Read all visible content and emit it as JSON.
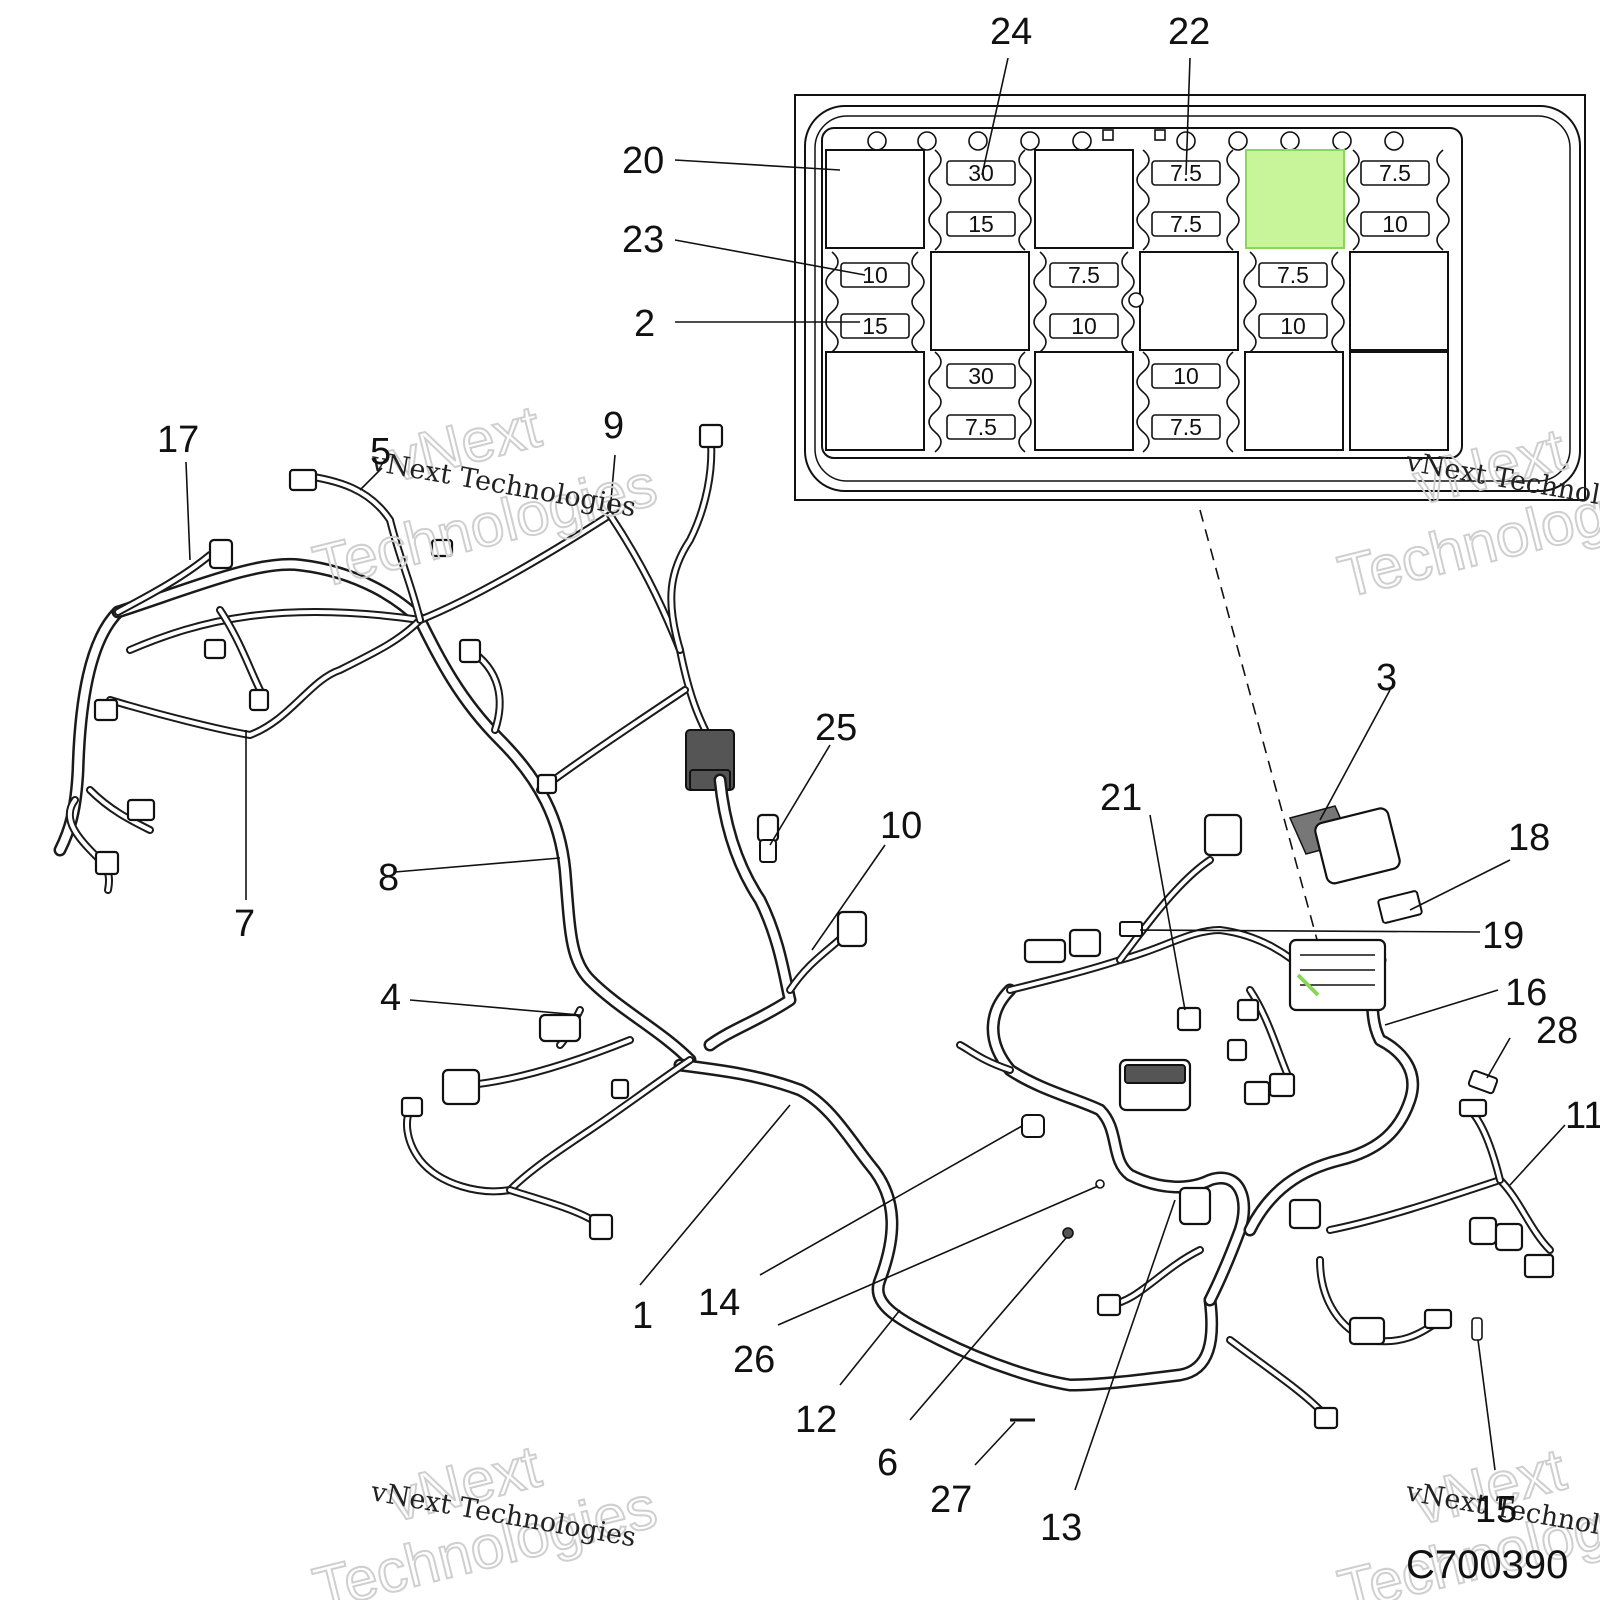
{
  "diagram_code": "C700390",
  "watermark": {
    "line": "vNext Technologies",
    "line1": "vNext",
    "line2": "Technologies"
  },
  "callouts": [
    "1",
    "2",
    "3",
    "4",
    "5",
    "6",
    "7",
    "8",
    "9",
    "10",
    "11",
    "12",
    "13",
    "14",
    "15",
    "16",
    "17",
    "18",
    "19",
    "20",
    "21",
    "22",
    "23",
    "24",
    "25",
    "26",
    "27",
    "28"
  ],
  "fuse_box": {
    "highlight_color": "#c8f59a",
    "fuse_labels": [
      "30",
      "15",
      "7.5",
      "7.5",
      "7.5",
      "10",
      "10",
      "15",
      "7.5",
      "10",
      "7.5",
      "10",
      "30",
      "7.5",
      "10",
      "7.5"
    ]
  }
}
